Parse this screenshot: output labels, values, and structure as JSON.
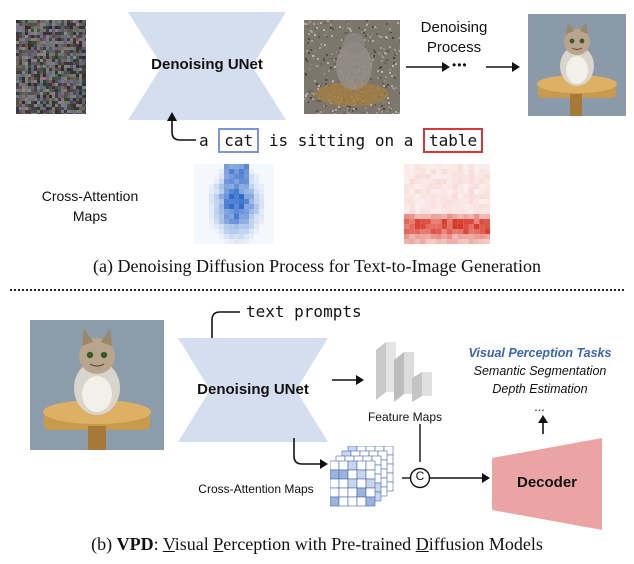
{
  "part_a": {
    "unet_label": "Denoising UNet",
    "process_label_line1": "Denoising",
    "process_label_line2": "Process",
    "ellipsis": "•••",
    "prompt_words": [
      "a",
      "cat",
      "is",
      "sitting",
      "on",
      "a",
      "table"
    ],
    "cross_attention_label_line1": "Cross-Attention",
    "cross_attention_label_line2": "Maps",
    "caption": "(a) Denoising Diffusion Process for Text-to-Image Generation"
  },
  "part_b": {
    "text_prompts": "text prompts",
    "unet_label": "Denoising UNet",
    "feature_maps_label": "Feature Maps",
    "cross_attention_maps_label": "Cross-Attention Maps",
    "concat_symbol": "C",
    "decoder_label": "Decoder",
    "tasks_title": "Visual Perception Tasks",
    "tasks": [
      "Semantic Segmentation",
      "Depth Estimation",
      "..."
    ],
    "caption_prefix": "(b) ",
    "caption_bold": "VPD",
    "caption_colon": ": ",
    "caption_v": "V",
    "caption_isual": "isual ",
    "caption_p": "P",
    "caption_erception": "erception with Pre-trained ",
    "caption_d": "D",
    "caption_iffusion": "iffusion Models"
  },
  "colors": {
    "unet_fill": "#d5deef",
    "decoder_fill": "#eaa4a4",
    "cat_box": "#7c95d6",
    "table_box": "#d23a3a",
    "tasks_title": "#3a63b8",
    "attention_blue": "#3c78c8",
    "attention_red": "#d83a2a"
  }
}
